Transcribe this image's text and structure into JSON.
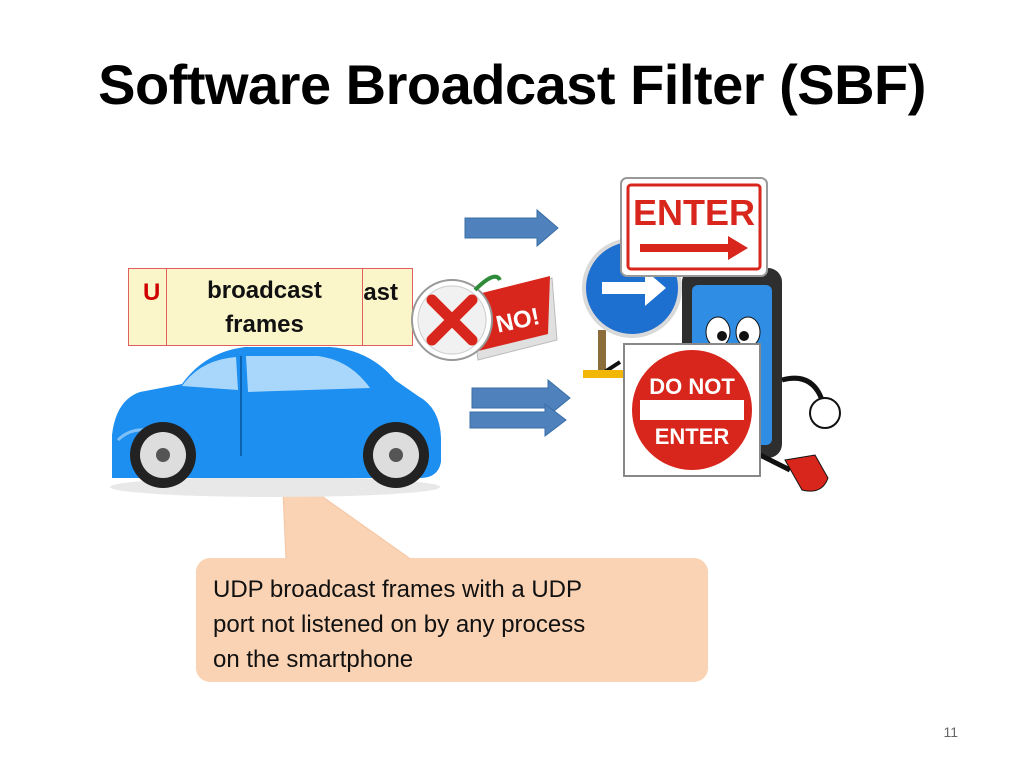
{
  "slide": {
    "title": "Software Broadcast Filter (SBF)",
    "page_number": "11"
  },
  "back_box": {
    "first_letter": "U",
    "tail": "ast"
  },
  "front_box": {
    "line1": "broadcast",
    "line2": "frames"
  },
  "no_badge": {
    "text": "NO!"
  },
  "signs": {
    "enter": "ENTER",
    "do_not_line1": "DO  NOT",
    "do_not_line2": "ENTER"
  },
  "callout": {
    "line1": "UDP broadcast frames with a UDP",
    "line2": "port not listened on by any process",
    "line3": "on the smartphone"
  },
  "colors": {
    "car_blue": "#1d8ff0",
    "arrow_blue": "#4f81bd",
    "callout_fill": "#fad3b4",
    "sign_red": "#d8261c"
  }
}
